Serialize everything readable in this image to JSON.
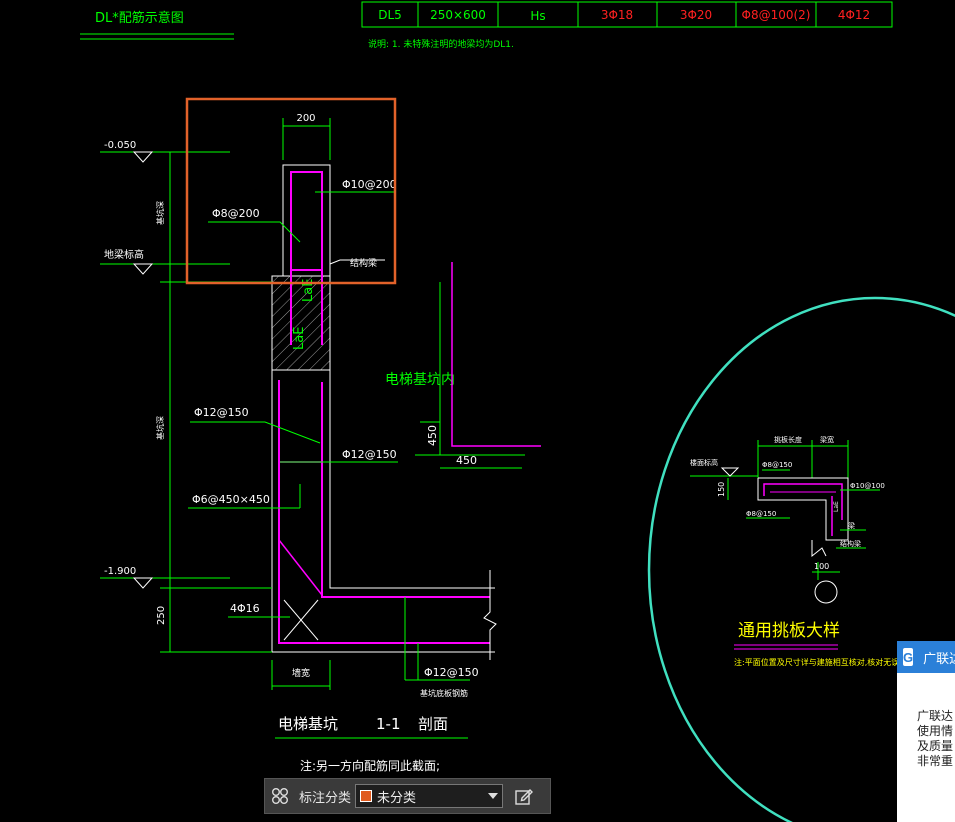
{
  "drawing": {
    "title": "DL*配筋示意图",
    "schedule": [
      "DL5",
      "250×600",
      "Hs",
      "3Φ18",
      "3Φ20",
      "Φ8@100(2)",
      "4Φ12"
    ],
    "note": "说明: 1. 未特殊注明的地梁均为DL1.",
    "section": {
      "dim_200": "200",
      "rebar_1": "Φ10@200",
      "rebar_2": "Φ8@200",
      "struct_beam": "结构梁",
      "elev_top": "-0.050",
      "elev_beam": "地梁标高",
      "elev_bottom": "-1.900",
      "dim_250": "250",
      "label_v1": "基坑深",
      "label_v2": "基坑深",
      "rebar_3": "Φ12@150",
      "rebar_4": "Φ12@150",
      "rebar_5": "Φ6@450×450",
      "rebar_6": "4Φ16",
      "rebar_7": "Φ12@150",
      "bottom_label": "基坑底板钢筋",
      "wall_width": "墙宽",
      "lae_1": "LaE",
      "lae_2": "LaE",
      "pit_inside": "电梯基坑内",
      "dim_450_v": "450",
      "dim_450_h": "450",
      "caption_name": "电梯基坑",
      "caption_section": "1-1",
      "caption_cut": "剖面",
      "caption_note": "注:另一方向配筋同此截面;"
    },
    "detail": {
      "title": "通用挑板大样",
      "note": "注:平面位置及尺寸详与建施相互核对,核对无误后方可施工",
      "top_1": "挑板长度",
      "top_2": "梁宽",
      "rebar_a": "Φ8@150",
      "rebar_b": "Φ10@100",
      "rebar_c": "Φ8@150",
      "elev": "楼面标高",
      "dim_150": "150",
      "dim_100": "100",
      "lae": "LaE",
      "beam": "梁",
      "struct": "结构梁"
    }
  },
  "toolbar": {
    "label": "标注分类",
    "select_value": "未分类",
    "swatch_color": "#e05a1e"
  },
  "panel": {
    "title": "广联达",
    "lines": [
      "广联达",
      "使用情",
      "及质量",
      "非常重"
    ]
  },
  "colors": {
    "green": "#00ff00",
    "magenta": "#ff00ff",
    "red": "#ff2020",
    "yellow": "#ffff00",
    "cyan": "#40e0c0",
    "highlight": "#e2622a"
  }
}
